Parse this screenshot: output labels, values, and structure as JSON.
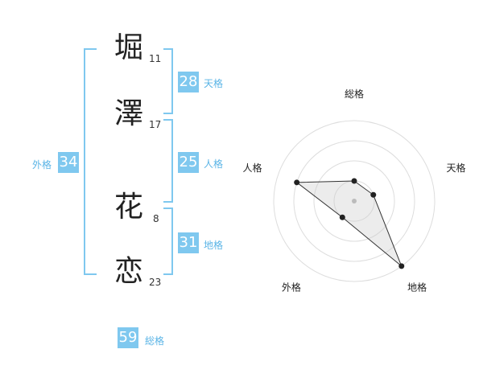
{
  "name_chars": [
    {
      "char": "堀",
      "strokes": "11"
    },
    {
      "char": "澤",
      "strokes": "17"
    },
    {
      "char": "花",
      "strokes": "8"
    },
    {
      "char": "恋",
      "strokes": "23"
    }
  ],
  "fortunes": {
    "tenkaku": {
      "value": "28",
      "label": "天格"
    },
    "jinkaku": {
      "value": "25",
      "label": "人格"
    },
    "chikaku": {
      "value": "31",
      "label": "地格"
    },
    "gaikaku": {
      "value": "34",
      "label": "外格"
    },
    "soukaku": {
      "value": "59",
      "label": "総格"
    }
  },
  "colors": {
    "accent": "#7fc8ef",
    "accent_text": "#5ab4e6"
  },
  "chart_data": {
    "type": "radar",
    "axes": [
      "総格",
      "天格",
      "地格",
      "外格",
      "人格"
    ],
    "values": [
      1,
      1,
      4,
      1,
      3
    ],
    "max": 4
  }
}
